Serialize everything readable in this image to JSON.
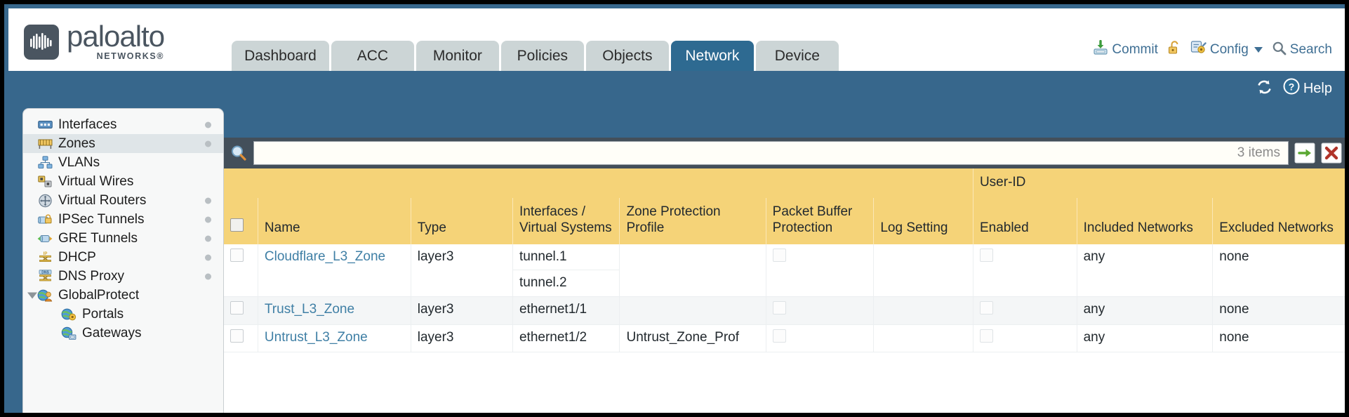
{
  "brand": {
    "name": "paloalto",
    "tagline": "NETWORKS®"
  },
  "nav": {
    "tabs": [
      {
        "label": "Dashboard",
        "active": false
      },
      {
        "label": "ACC",
        "active": false
      },
      {
        "label": "Monitor",
        "active": false
      },
      {
        "label": "Policies",
        "active": false
      },
      {
        "label": "Objects",
        "active": false
      },
      {
        "label": "Network",
        "active": true
      },
      {
        "label": "Device",
        "active": false
      }
    ]
  },
  "top_actions": [
    {
      "label": "Commit",
      "icon": "commit-icon"
    },
    {
      "label": "",
      "icon": "unlock-padlock-icon"
    },
    {
      "label": "Config",
      "icon": "config-key-icon",
      "caret": true
    },
    {
      "label": "Search",
      "icon": "search-magnifier-icon"
    }
  ],
  "utility": {
    "refresh_icon": "refresh-icon",
    "help_label": "Help",
    "help_icon": "help-question-icon"
  },
  "sidebar": {
    "items": [
      {
        "label": "Interfaces",
        "icon": "interfaces-icon",
        "selected": false,
        "dot": true,
        "child": false,
        "expander": false
      },
      {
        "label": "Zones",
        "icon": "zones-icon",
        "selected": true,
        "dot": true,
        "child": false,
        "expander": false
      },
      {
        "label": "VLANs",
        "icon": "vlans-icon",
        "selected": false,
        "dot": false,
        "child": false,
        "expander": false
      },
      {
        "label": "Virtual Wires",
        "icon": "virtual-wires-icon",
        "selected": false,
        "dot": false,
        "child": false,
        "expander": false
      },
      {
        "label": "Virtual Routers",
        "icon": "virtual-routers-icon",
        "selected": false,
        "dot": true,
        "child": false,
        "expander": false
      },
      {
        "label": "IPSec Tunnels",
        "icon": "ipsec-tunnels-icon",
        "selected": false,
        "dot": true,
        "child": false,
        "expander": false
      },
      {
        "label": "GRE Tunnels",
        "icon": "gre-tunnels-icon",
        "selected": false,
        "dot": false,
        "child": false,
        "expander": false
      },
      {
        "label": "DHCP",
        "icon": "dhcp-icon",
        "selected": false,
        "dot": true,
        "child": false,
        "expander": false
      },
      {
        "label": "DNS Proxy",
        "icon": "dns-proxy-icon",
        "selected": false,
        "dot": true,
        "child": false,
        "expander": false
      },
      {
        "label": "GlobalProtect",
        "icon": "globalprotect-icon",
        "selected": false,
        "dot": false,
        "child": false,
        "expander": true
      },
      {
        "label": "Portals",
        "icon": "portals-icon",
        "selected": false,
        "dot": false,
        "child": true,
        "expander": false
      },
      {
        "label": "Gateways",
        "icon": "gateways-icon",
        "selected": false,
        "dot": false,
        "child": true,
        "expander": false
      }
    ]
  },
  "filter": {
    "search_icon": "search-magnifier-icon",
    "value": "",
    "placeholder": "",
    "item_count": "3 items",
    "apply_icon": "apply-arrow-icon",
    "clear_icon": "clear-x-icon"
  },
  "table": {
    "group_header": {
      "label": "User-ID",
      "spans": 3
    },
    "columns": [
      "Name",
      "Type",
      "Interfaces / Virtual Systems",
      "Zone Protection Profile",
      "Packet Buffer Protection",
      "Log Setting",
      "Enabled",
      "Included Networks",
      "Excluded Networks"
    ],
    "rows": [
      {
        "selected": false,
        "name": "Cloudflare_L3_Zone",
        "type": "layer3",
        "interfaces": [
          "tunnel.1",
          "tunnel.2"
        ],
        "zone_protection_profile": "",
        "packet_buffer_protection": false,
        "log_setting": "",
        "userid_enabled": false,
        "included_networks": "any",
        "excluded_networks": "none"
      },
      {
        "selected": false,
        "name": "Trust_L3_Zone",
        "type": "layer3",
        "interfaces": [
          "ethernet1/1"
        ],
        "zone_protection_profile": "",
        "packet_buffer_protection": false,
        "log_setting": "",
        "userid_enabled": false,
        "included_networks": "any",
        "excluded_networks": "none"
      },
      {
        "selected": false,
        "name": "Untrust_L3_Zone",
        "type": "layer3",
        "interfaces": [
          "ethernet1/2"
        ],
        "zone_protection_profile": "Untrust_Zone_Prof",
        "packet_buffer_protection": false,
        "log_setting": "",
        "userid_enabled": false,
        "included_networks": "any",
        "excluded_networks": "none"
      }
    ]
  },
  "colors": {
    "header_blue": "#37678c",
    "active_tab": "#2e6a91",
    "tab_grey": "#ccd5d6",
    "table_header": "#f5d378",
    "group_header": "#dfab3c",
    "link": "#3f7fa5",
    "panel_dark": "#434f5a"
  }
}
